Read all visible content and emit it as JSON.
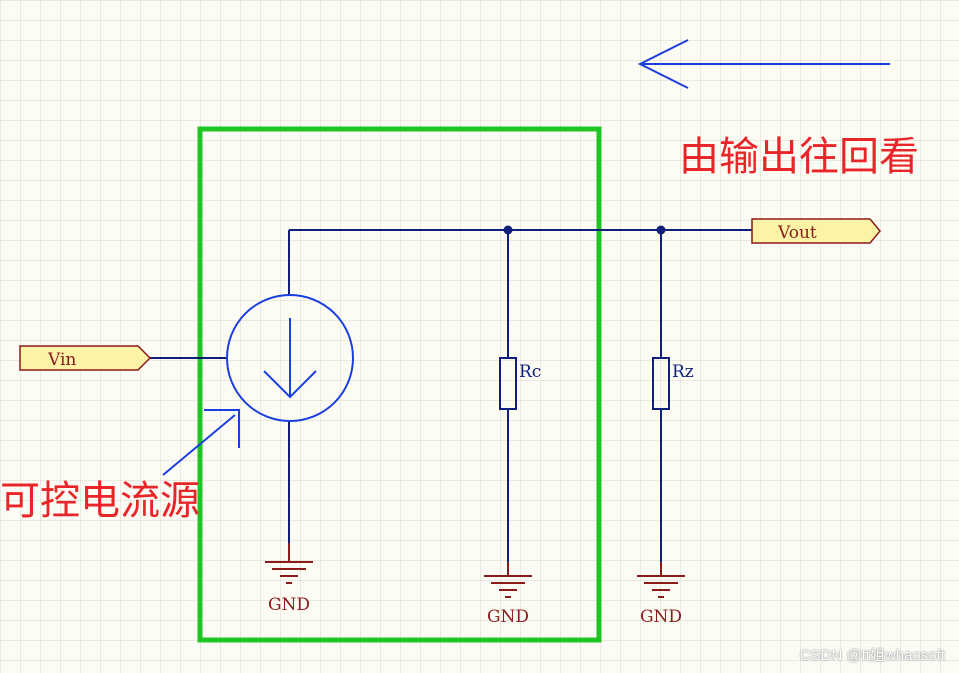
{
  "labels": {
    "look_back": "由输出往回看",
    "source": "可控电流源"
  },
  "ports": {
    "vin": "Vin",
    "vout": "Vout"
  },
  "resistors": {
    "rc": "Rc",
    "rz": "Rz"
  },
  "ground": {
    "gnd1": "GND",
    "gnd2": "GND",
    "gnd3": "GND"
  },
  "watermark": "CSDN @tt姐whaosoft",
  "colors": {
    "wire": "#0f1f7a",
    "box": "#21c521",
    "annotation": "#e8262a",
    "ground": "#8b1a1a",
    "port_fill": "#fcf3a6",
    "port_stroke": "#8b1a1a",
    "arrow": "#1a3fe0"
  }
}
